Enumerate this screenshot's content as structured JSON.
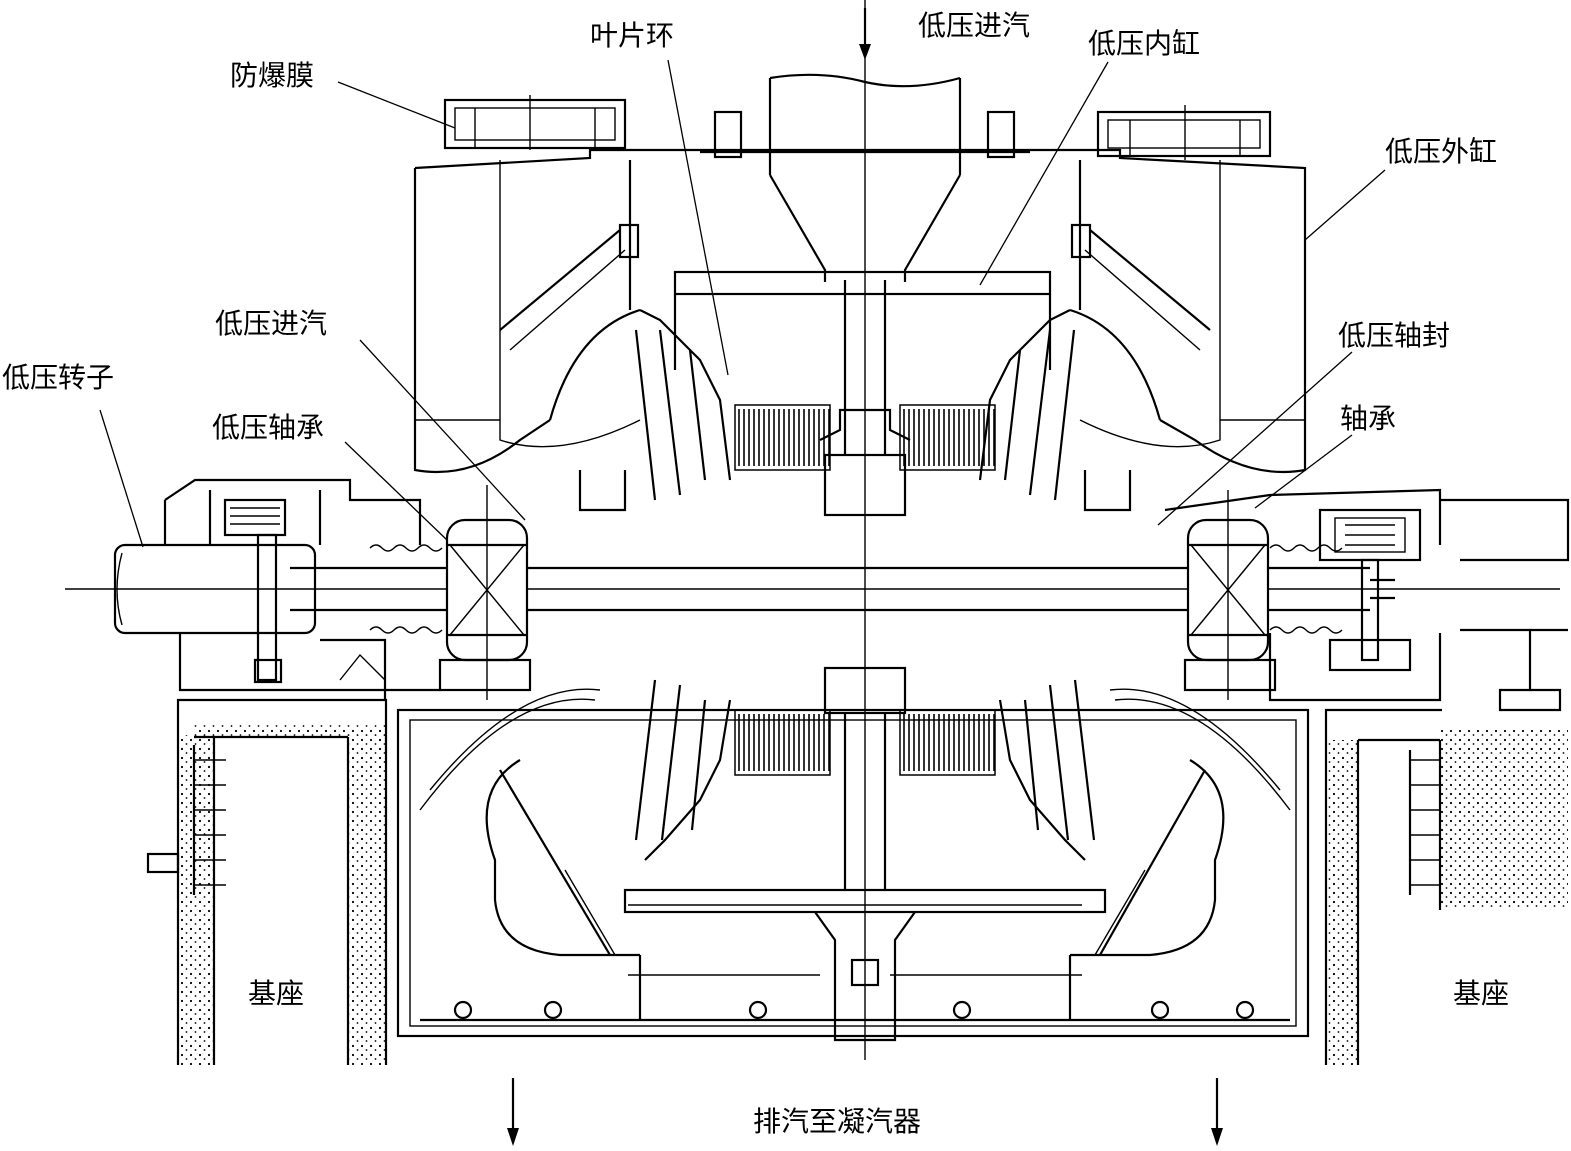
{
  "labels": {
    "fangbaomo": "防爆膜",
    "yepianhuan": "叶片环",
    "dyjq_top": "低压进汽",
    "dyng": "低压内缸",
    "dywg": "低压外缸",
    "dyjq_left": "低压进汽",
    "dyzz": "低压转子",
    "dyzc": "低压轴承",
    "dyzf": "低压轴封",
    "zhoucheng": "轴承",
    "jizuo_left": "基座",
    "jizuo_right": "基座",
    "exhaust": "排汽至凝汽器"
  },
  "colors": {
    "line": "#000000",
    "background": "#ffffff",
    "foundation_dots": "#000000"
  }
}
